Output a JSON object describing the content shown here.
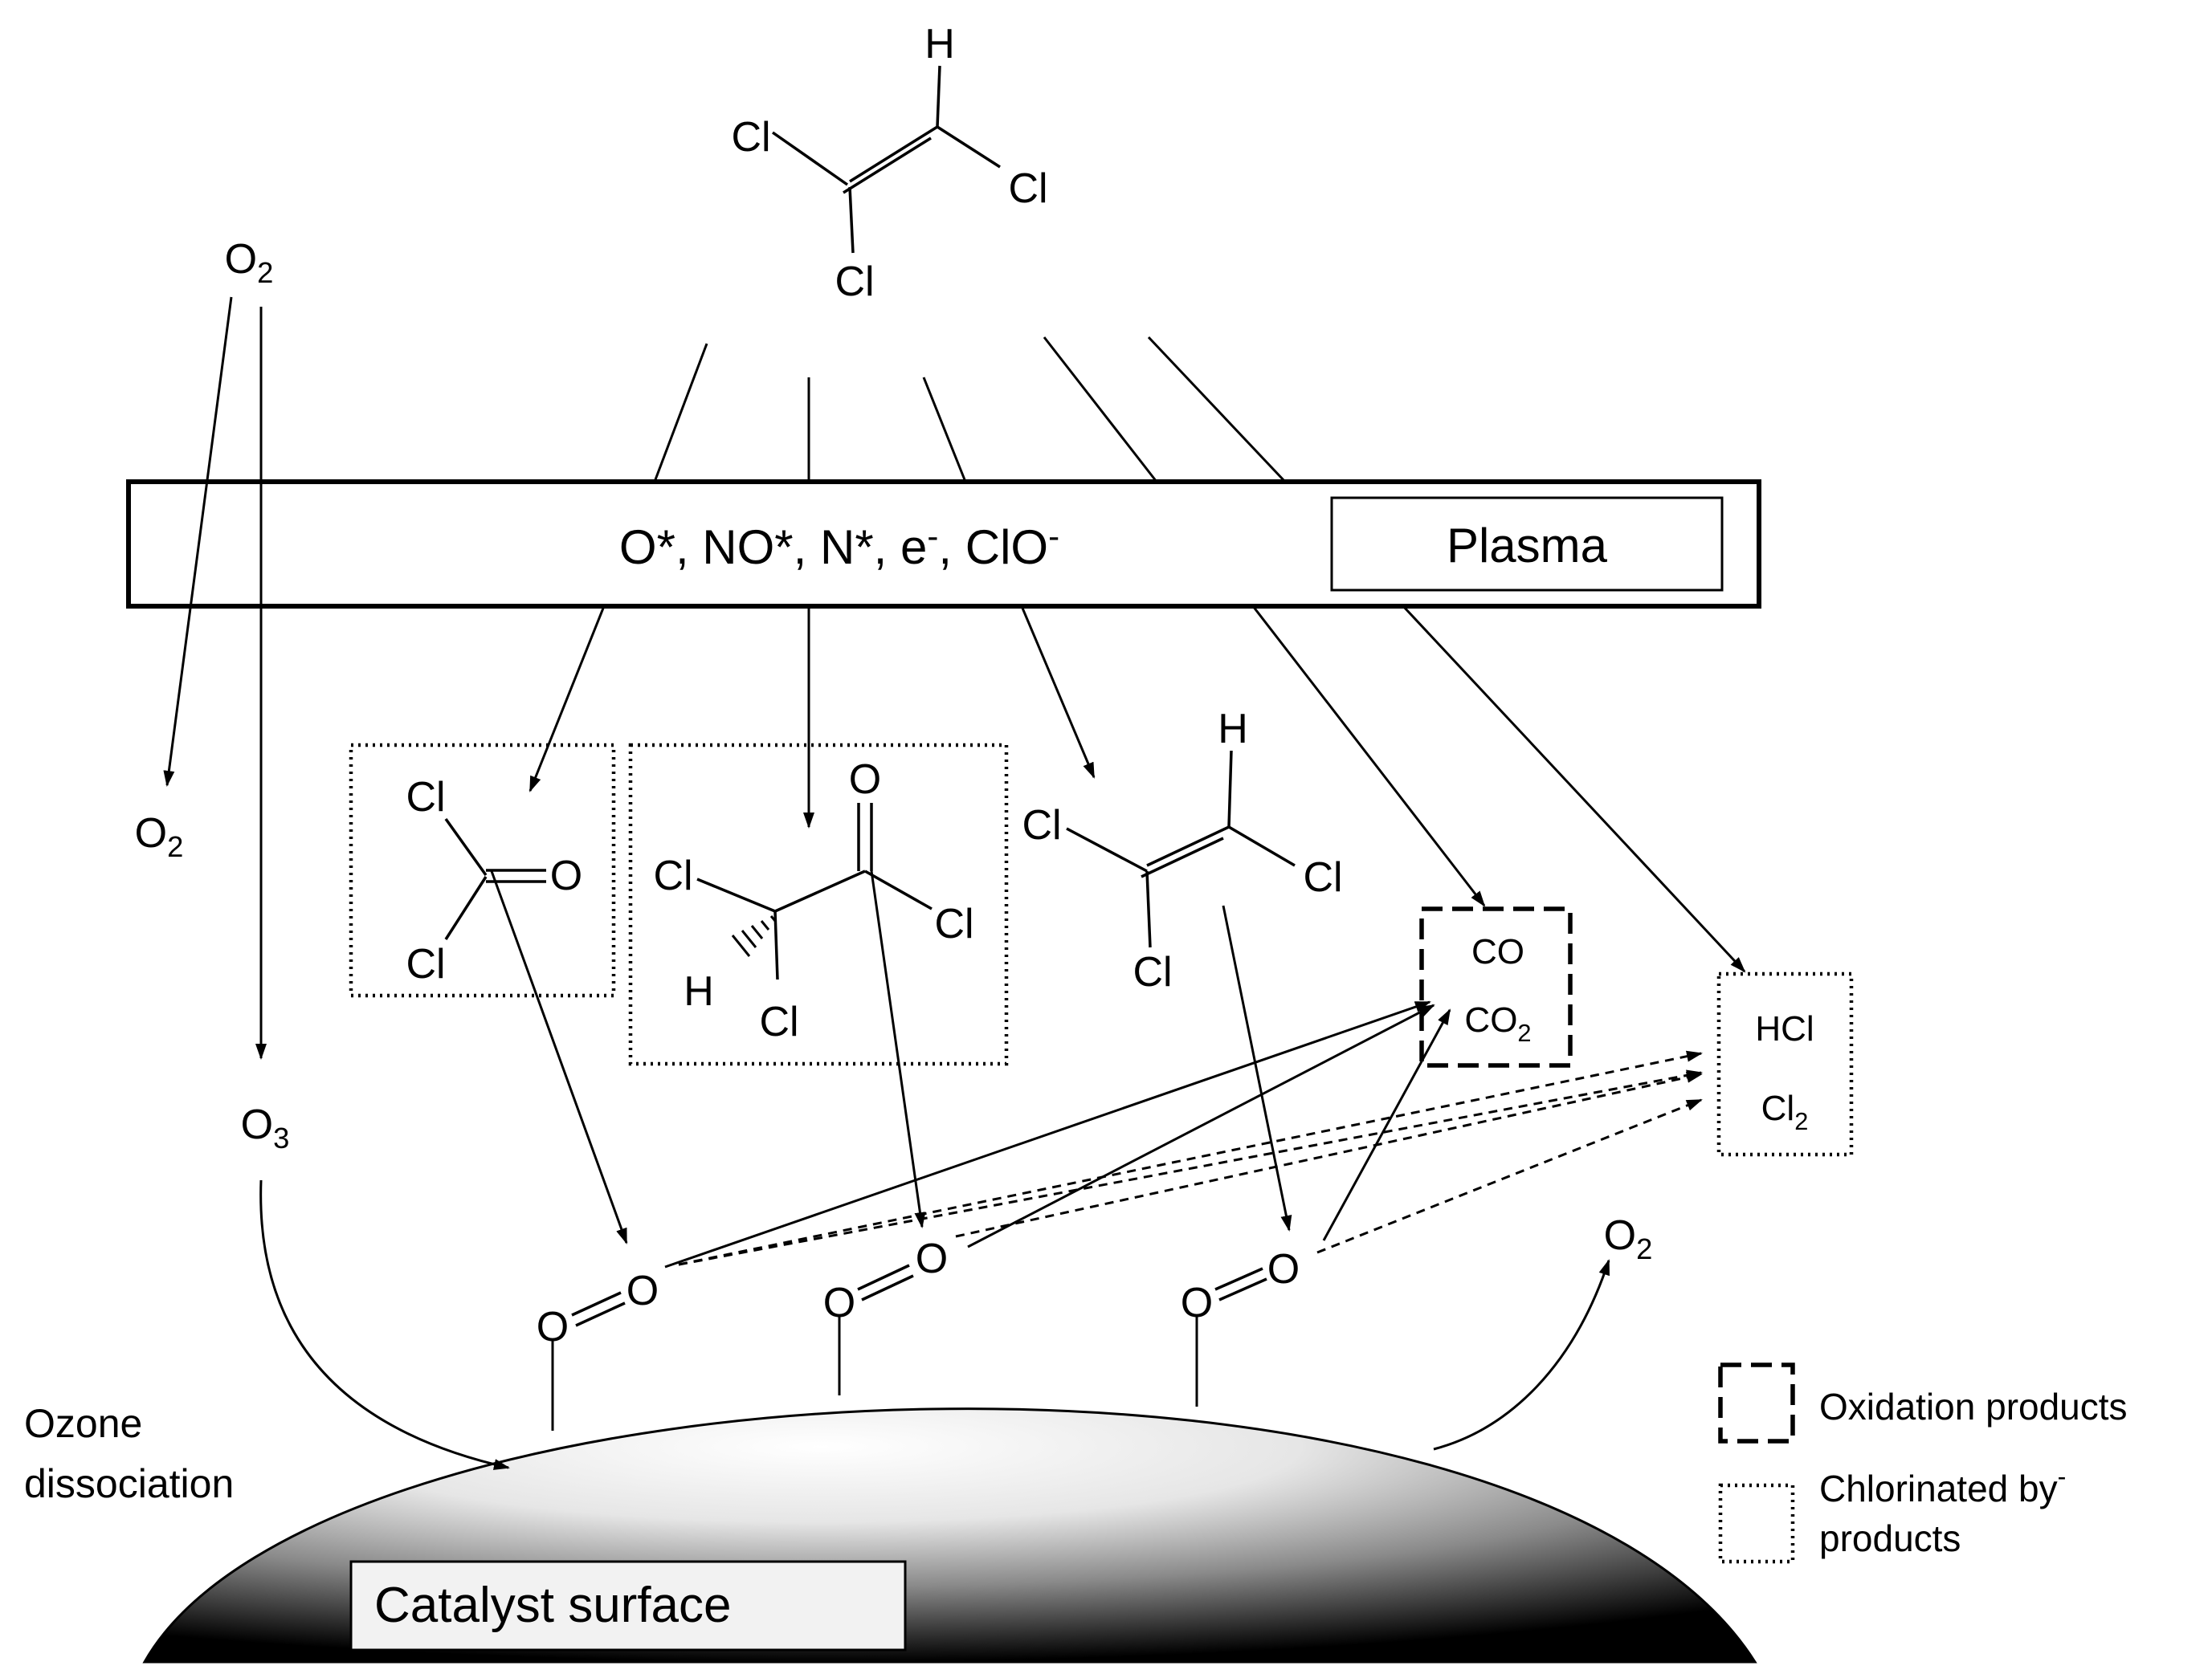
{
  "reactant": {
    "atoms": {
      "h": "H",
      "cl_left": "Cl",
      "cl_right": "Cl",
      "cl_bottom": "Cl"
    }
  },
  "plasma": {
    "species": "O*, NO*, N*, e-, ClO-",
    "label": "Plasma"
  },
  "oxygen": {
    "o2_top": "O2",
    "o2_mid": "O2",
    "o3": "O3",
    "o2_right": "O2"
  },
  "phosgene": {
    "cl_top": "Cl",
    "cl_bottom": "Cl",
    "o": "O"
  },
  "dcac": {
    "o": "O",
    "cl_left": "Cl",
    "cl_right": "Cl",
    "h": "H",
    "cl_bottom": "Cl"
  },
  "tce2": {
    "h": "H",
    "cl_left": "Cl",
    "cl_right": "Cl",
    "cl_bottom": "Cl"
  },
  "oxidation_box": {
    "line1": "CO",
    "line2": "CO2"
  },
  "chlorinated_box": {
    "line1": "HCl",
    "line2": "Cl2"
  },
  "adsorbed_o": "O",
  "ozone_label": {
    "line1": "Ozone",
    "line2": "dissociation"
  },
  "catalyst": {
    "label": "Catalyst surface"
  },
  "legend": {
    "oxidation": "Oxidation products",
    "chlorinated_line1": "Chlorinated by-",
    "chlorinated_line2": "products"
  },
  "colors": {
    "ink": "#000000",
    "background": "#ffffff",
    "surface_light": "#ffffff",
    "surface_dark": "#000000"
  }
}
